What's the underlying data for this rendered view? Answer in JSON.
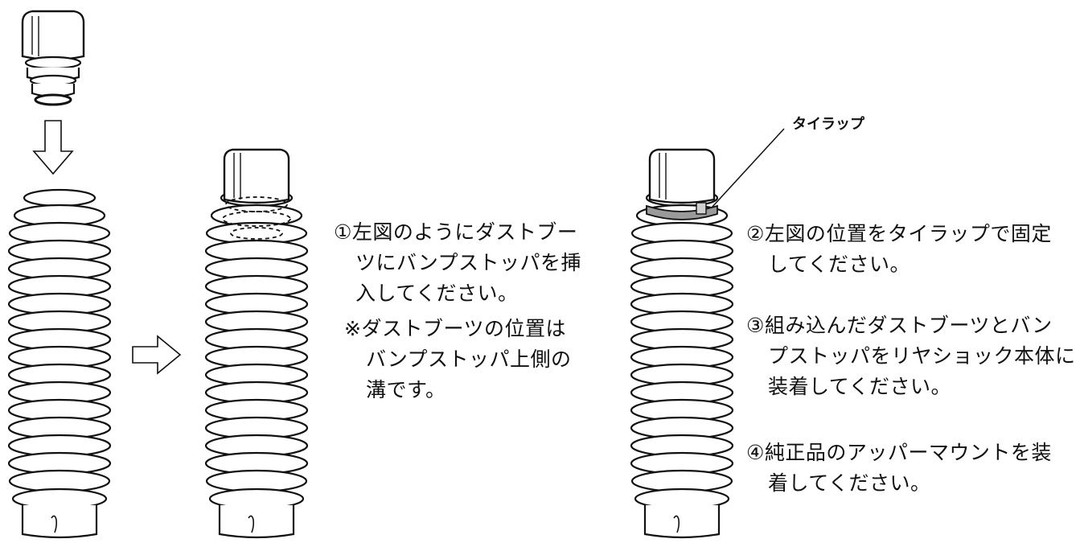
{
  "callout": {
    "label": "タイラップ"
  },
  "step1": {
    "lines": [
      "①左図のようにダストブー",
      "ツにバンプストッパを挿",
      "入してください。"
    ]
  },
  "note": {
    "lines": [
      "※ダストブーツの位置は",
      "バンプストッパ上側の",
      "溝です。"
    ]
  },
  "step2": {
    "lines": [
      "②左図の位置をタイラップで固定",
      "してください。"
    ]
  },
  "step3": {
    "lines": [
      "③組み込んだダストブーツとバン",
      "プストッパをリヤショック本体に",
      "装着してください。"
    ]
  },
  "step4": {
    "lines": [
      "④純正品のアッパーマウントを装",
      "着してください。"
    ]
  }
}
